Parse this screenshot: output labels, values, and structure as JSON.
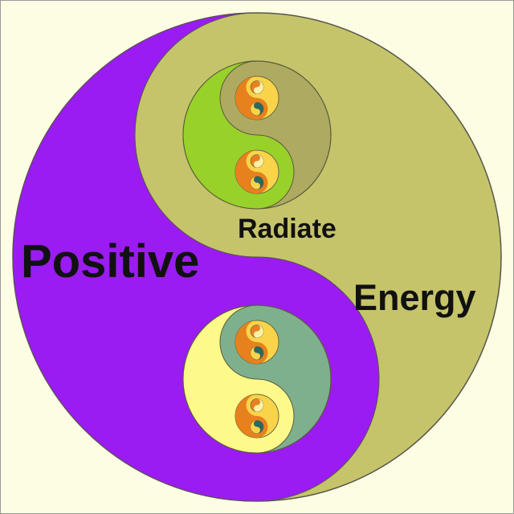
{
  "labels": {
    "word_radiate": "Radiate",
    "word_positive": "Positive",
    "word_energy": "Energy"
  },
  "colors": {
    "background": "#fdfde3",
    "outer_purple": "#9a1cf2",
    "outer_olive": "#c5c46a",
    "upper_inner_dark": "#aeaa62",
    "upper_inner_light": "#99d12b",
    "lower_inner_light": "#fdf98a",
    "lower_inner_dark": "#7eb08e",
    "small_orange": "#e7811e",
    "small_yellow": "#f9d44a",
    "small_teal": "#2a6a60",
    "small_pale": "#fbf0a8",
    "text": "#111111"
  },
  "icons": [
    "yin-yang-icon"
  ]
}
